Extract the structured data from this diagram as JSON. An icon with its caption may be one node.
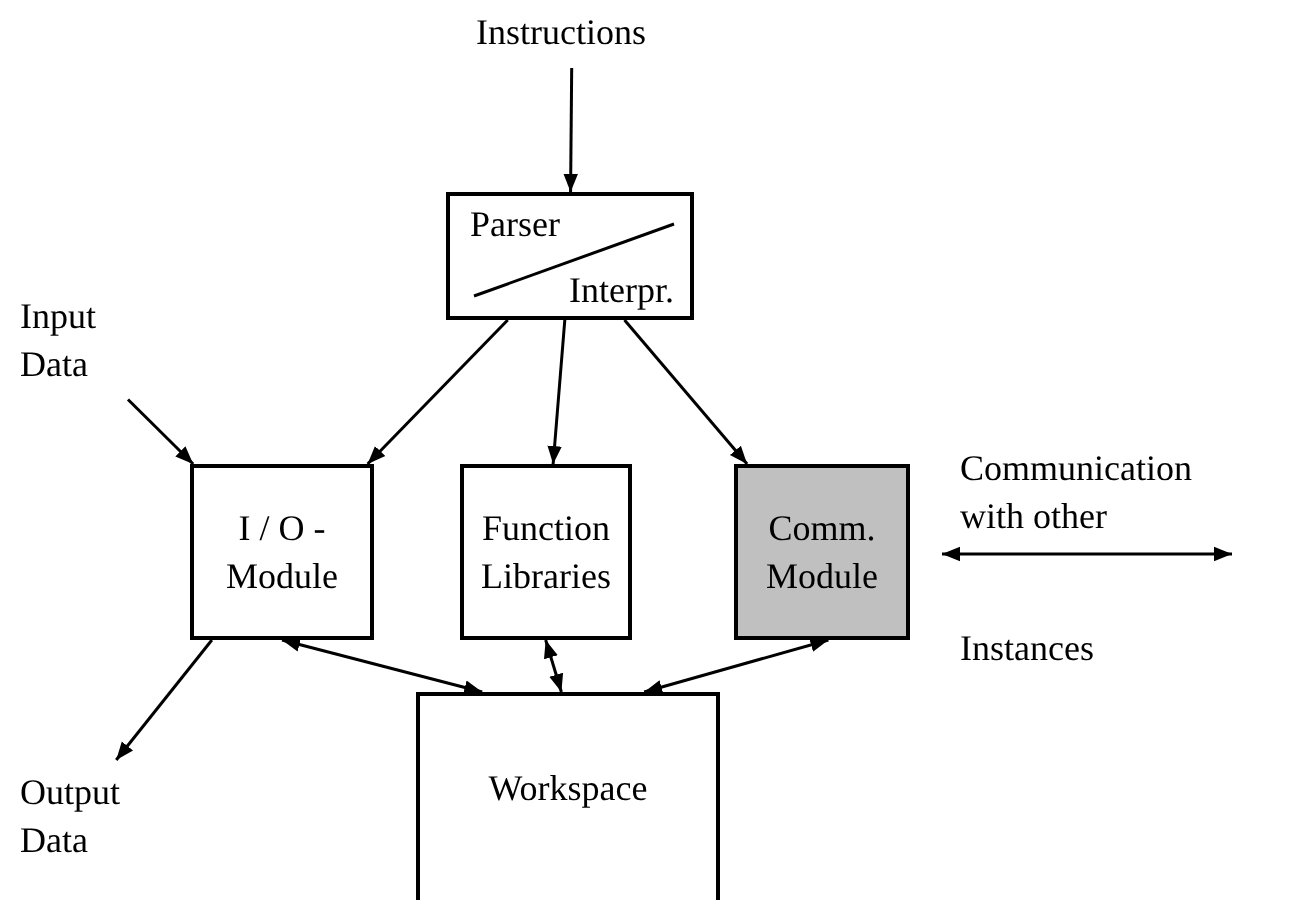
{
  "diagram": {
    "nodes": [
      {
        "text": [
          "Instructions"
        ]
      },
      {
        "text": [
          "Parser",
          "Interpr."
        ]
      },
      {
        "text": [
          "Input Data"
        ]
      },
      {
        "text": [
          "I / O - Module"
        ]
      },
      {
        "text": [
          "Function Libraries"
        ]
      },
      {
        "text": [
          "Comm. Module"
        ]
      },
      {
        "text": [
          "Output Data"
        ]
      },
      {
        "text": [
          "Workspace"
        ]
      }
    ],
    "edges": [
      {
        "from": 0,
        "to": 1,
        "arrow": "to"
      },
      {
        "from": 1,
        "to": 3,
        "arrow": "to"
      },
      {
        "from": 1,
        "to": 4,
        "arrow": "to"
      },
      {
        "from": 1,
        "to": 5,
        "arrow": "to"
      },
      {
        "from": 2,
        "to": 3,
        "arrow": "to"
      },
      {
        "from": 3,
        "to": 6,
        "arrow": "to"
      },
      {
        "from": 3,
        "to": 7,
        "arrow": "both"
      },
      {
        "from": 4,
        "to": 7,
        "arrow": "both"
      },
      {
        "from": 5,
        "to": 7,
        "arrow": "both"
      },
      {
        "from": 5,
        "to": null,
        "arrow": "both"
      }
    ],
    "labels": [
      "Communication with other",
      "Instances"
    ]
  }
}
